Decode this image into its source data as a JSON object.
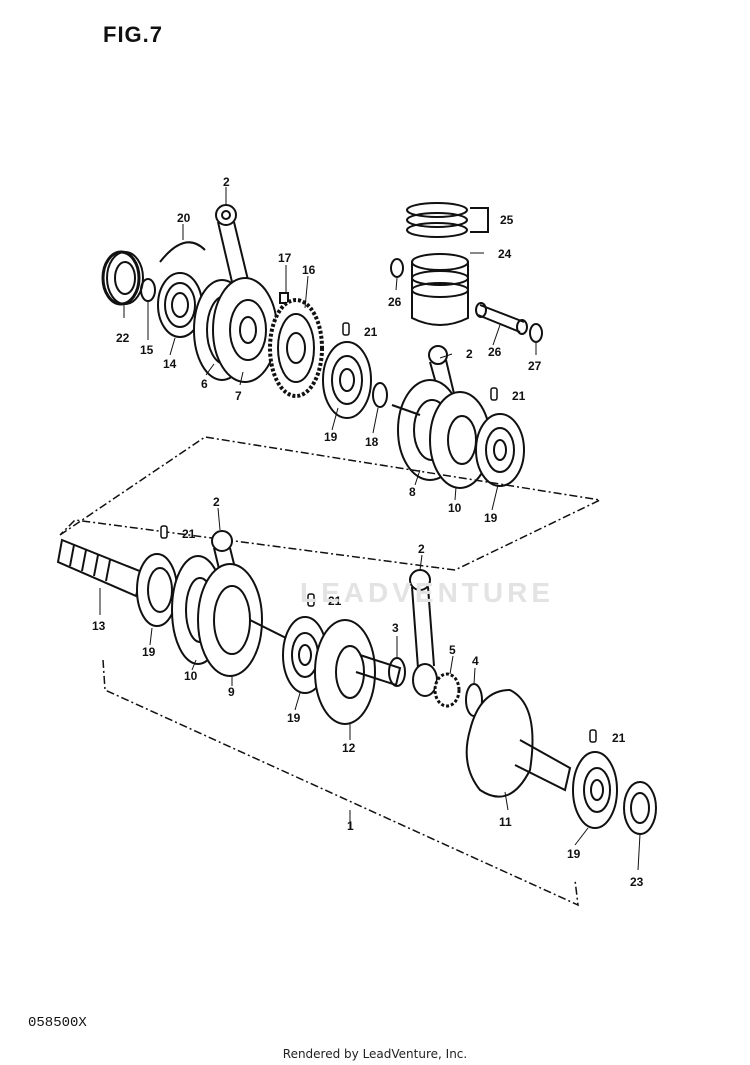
{
  "figure_title": "FIG.7",
  "diagram_code": "058500X",
  "footer": "Rendered by LeadVenture, Inc.",
  "watermark_text": "LEADVENTURE",
  "callouts": {
    "c2a": "2",
    "c20": "20",
    "c17": "17",
    "c16": "16",
    "c22": "22",
    "c15": "15",
    "c14": "14",
    "c6": "6",
    "c7": "7",
    "c25": "25",
    "c24": "24",
    "c26a": "26",
    "c26b": "26",
    "c27": "27",
    "c21a": "21",
    "c2b": "2",
    "c21b": "21",
    "c19a": "19",
    "c18": "18",
    "c8": "8",
    "c10a": "10",
    "c19b": "19",
    "c21c": "21",
    "c2c": "2",
    "c13": "13",
    "c19c": "19",
    "c10b": "10",
    "c9": "9",
    "c21d": "21",
    "c2d": "2",
    "c19d": "19",
    "c12": "12",
    "c3": "3",
    "c5": "5",
    "c4": "4",
    "c21e": "21",
    "c11": "11",
    "c19e": "19",
    "c23": "23",
    "c1": "1"
  },
  "colors": {
    "ink": "#111111",
    "paper": "#ffffff",
    "watermark": "#e3e3e3"
  }
}
